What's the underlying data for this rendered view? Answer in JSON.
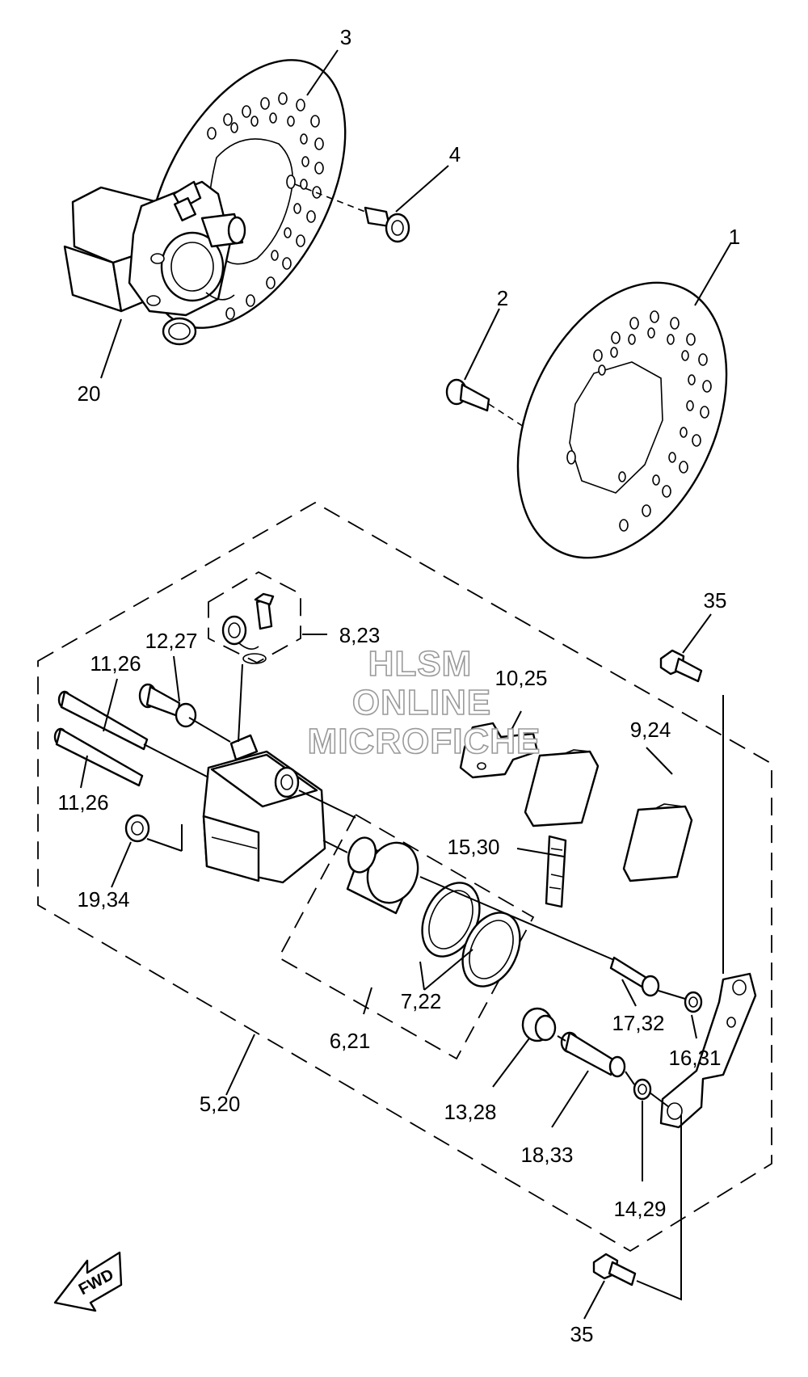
{
  "callouts": {
    "c1": "1",
    "c2": "2",
    "c3": "3",
    "c4": "4",
    "c20": "20",
    "c35_top": "35",
    "c8_23": "8,23",
    "c12_27": "12,27",
    "c11_26_top": "11,26",
    "c11_26_bottom": "11,26",
    "c10_25": "10,25",
    "c9_24": "9,24",
    "c15_30": "15,30",
    "c19_34": "19,34",
    "c7_22": "7,22",
    "c17_32": "17,32",
    "c6_21": "6,21",
    "c16_31": "16,31",
    "c5_20": "5,20",
    "c13_28": "13,28",
    "c18_33": "18,33",
    "c14_29": "14,29",
    "c35_bottom": "35"
  },
  "watermark": {
    "line1": "HLSM",
    "line2": "ONLINE",
    "line3": "MICROFICHE"
  },
  "fwd_label": "FWD"
}
